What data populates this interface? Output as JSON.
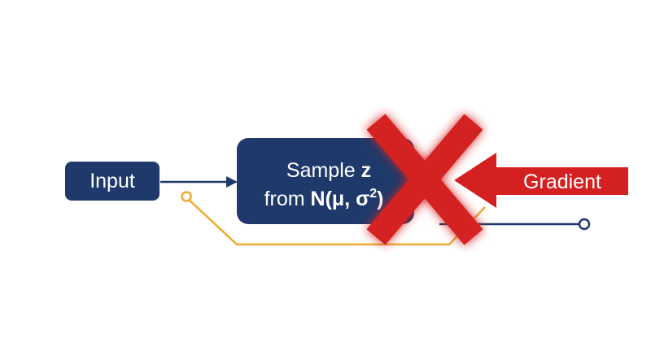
{
  "diagram": {
    "input_label": "Input",
    "sample_line1_prefix": "Sample ",
    "sample_line1_var": "z",
    "sample_line2_prefix": "from ",
    "sample_line2_dist": "N(μ, σ",
    "sample_line2_exp": "2",
    "sample_line2_close": ")",
    "gradient_label": "Gradient"
  },
  "colors": {
    "navy": "#1f3a6a",
    "orange": "#f0a830",
    "red": "#d42020",
    "white": "#ffffff"
  },
  "icons": {
    "cross": "blocked-x-icon",
    "arrow": "gradient-arrow-icon"
  }
}
